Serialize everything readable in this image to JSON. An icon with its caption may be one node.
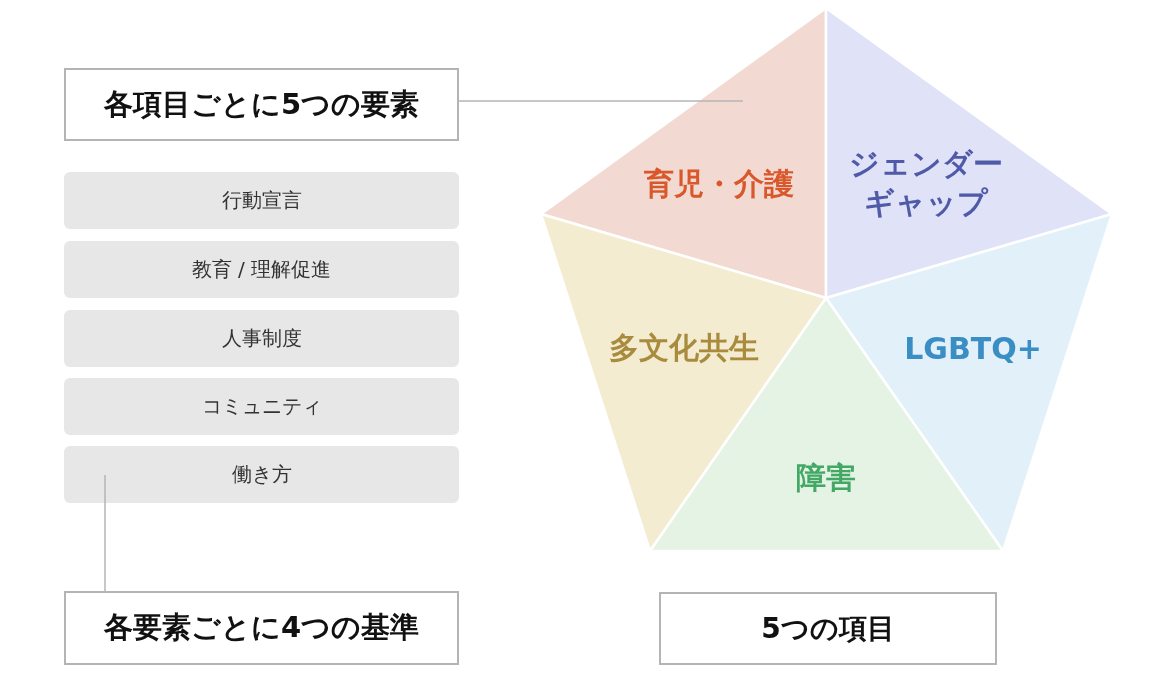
{
  "diagram": {
    "nodes": [
      {
        "text": [
          "各項目ごとに5つの要素"
        ]
      },
      {
        "text": [
          "行動宣言"
        ]
      },
      {
        "text": [
          "教育 / 理解促進"
        ]
      },
      {
        "text": [
          "人事制度"
        ]
      },
      {
        "text": [
          "コミュニティ"
        ]
      },
      {
        "text": [
          "働き方"
        ]
      },
      {
        "text": [
          "各要素ごとに4つの基準"
        ]
      },
      {
        "text": [
          "育児・介護"
        ]
      },
      {
        "text": [
          "ジェンダーギャップ"
        ]
      },
      {
        "text": [
          "多文化共生"
        ]
      },
      {
        "text": [
          "LGBTQ+"
        ]
      },
      {
        "text": [
          "障害"
        ]
      },
      {
        "text": [
          "5つの項目"
        ]
      }
    ],
    "edges": [
      {
        "from": 0,
        "to": 7,
        "arrow": "none"
      },
      {
        "from": 6,
        "to": 5,
        "arrow": "none"
      }
    ]
  }
}
